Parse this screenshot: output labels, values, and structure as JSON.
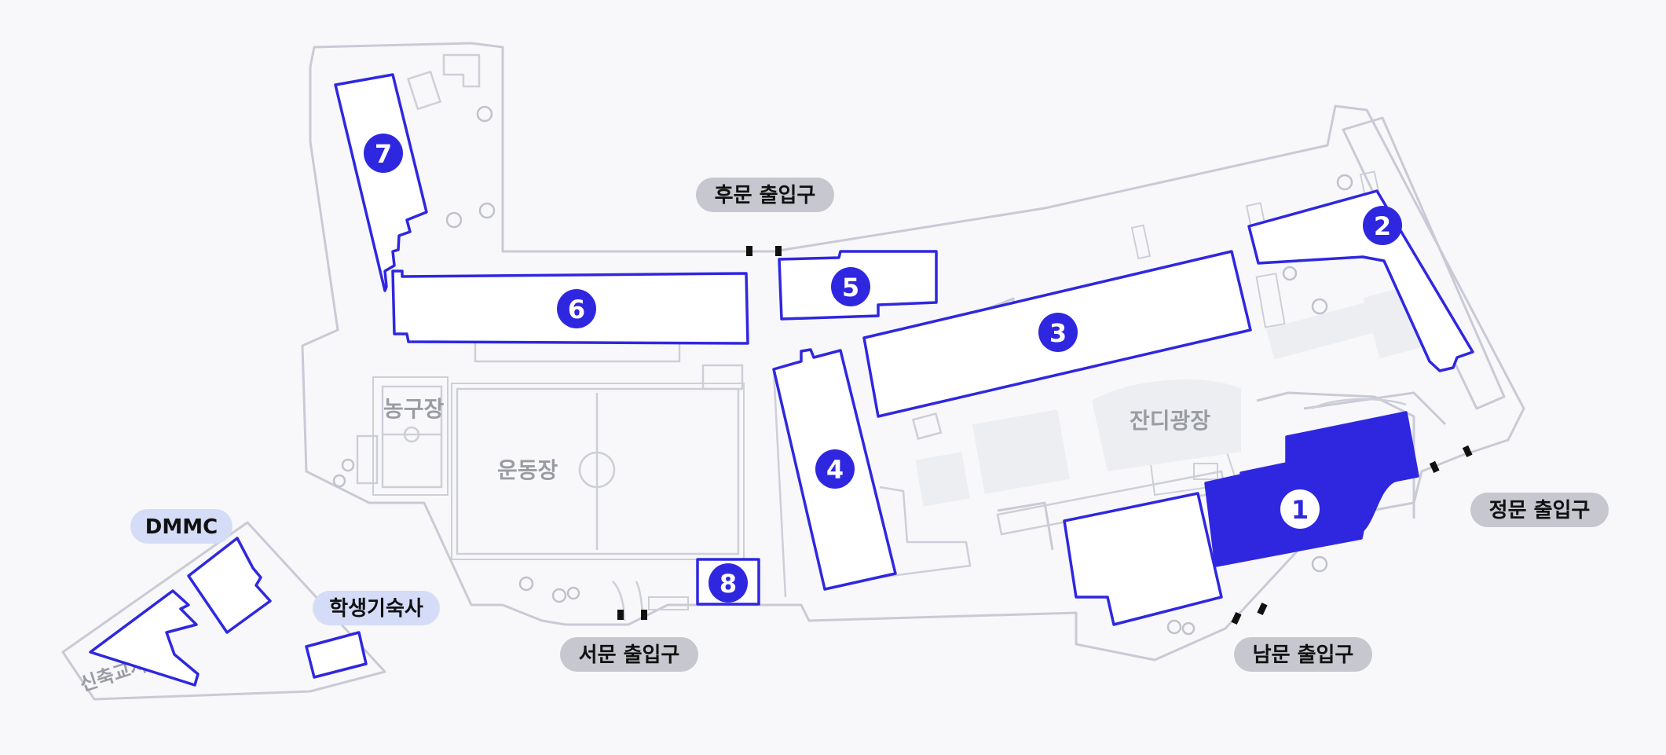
{
  "colors": {
    "background": "#f8f8fa",
    "outline": "#c9cad6",
    "building_stroke": "#2f27e0",
    "highlight_fill": "#2f27e0",
    "badge_fill": "#2f27e0",
    "pill_gray": "#c6c7cf",
    "pill_blue": "#d5dcf7"
  },
  "buildings": [
    {
      "number": "1",
      "highlighted": true
    },
    {
      "number": "2",
      "highlighted": false
    },
    {
      "number": "3",
      "highlighted": false
    },
    {
      "number": "4",
      "highlighted": false
    },
    {
      "number": "5",
      "highlighted": false
    },
    {
      "number": "6",
      "highlighted": false
    },
    {
      "number": "7",
      "highlighted": false
    },
    {
      "number": "8",
      "highlighted": false
    }
  ],
  "entrances": {
    "back": "후문 출입구",
    "main": "정문 출입구",
    "south": "남문 출입구",
    "west": "서문 출입구"
  },
  "areas": {
    "basketball": "농구장",
    "field": "운동장",
    "lawn": "잔디광장",
    "new_building": "신축교사"
  },
  "annex": {
    "dmmc": "DMMC",
    "dorm": "학생기숙사"
  }
}
